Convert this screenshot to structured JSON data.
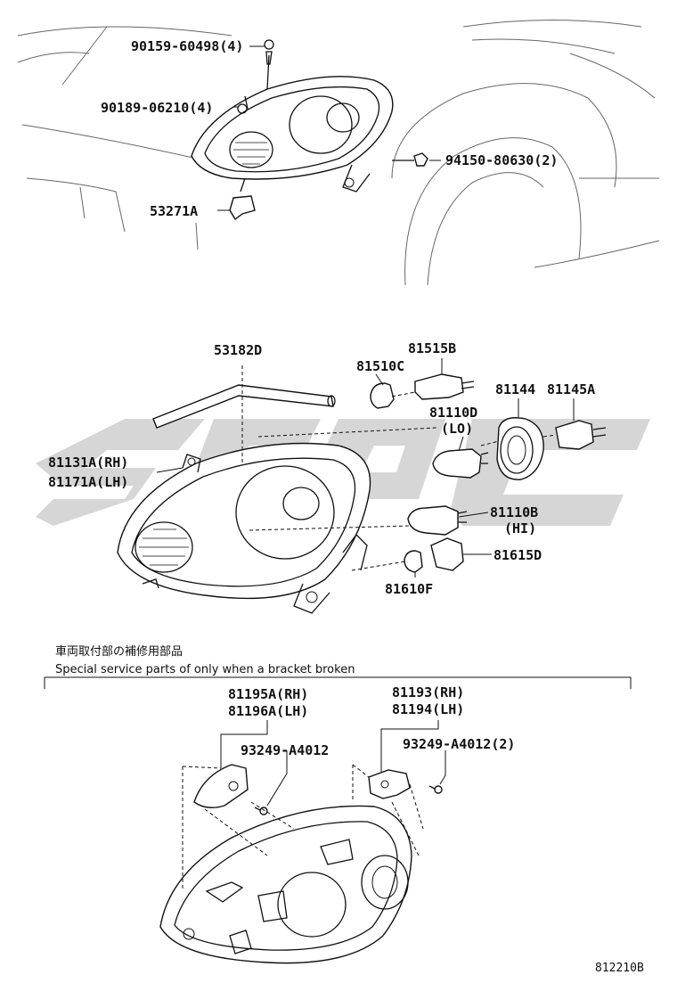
{
  "callouts": {
    "p90159": "90159-60498(4)",
    "p90189": "90189-06210(4)",
    "p94150": "94150-80630(2)",
    "p53271": "53271A",
    "p53182": "53182D",
    "p81515": "81515B",
    "p81510": "81510C",
    "p81144": "81144",
    "p81145": "81145A",
    "p81110d": "81110D",
    "lo": "(LO)",
    "p81131": "81131A(RH)",
    "p81171": "81171A(LH)",
    "p81110b": "81110B",
    "hi": "(HI)",
    "p81615": "81615D",
    "p81610": "81610F",
    "p81195": "81195A(RH)",
    "p81196": "81196A(LH)",
    "p81193": "81193(RH)",
    "p81194": "81194(LH)",
    "p93249a": "93249-A4012",
    "p93249b": "93249-A4012(2)"
  },
  "notes": {
    "japanese": "車両取付部の補修用部品",
    "english": "Special service parts of only when a bracket broken"
  },
  "diagram_code": "812210B"
}
